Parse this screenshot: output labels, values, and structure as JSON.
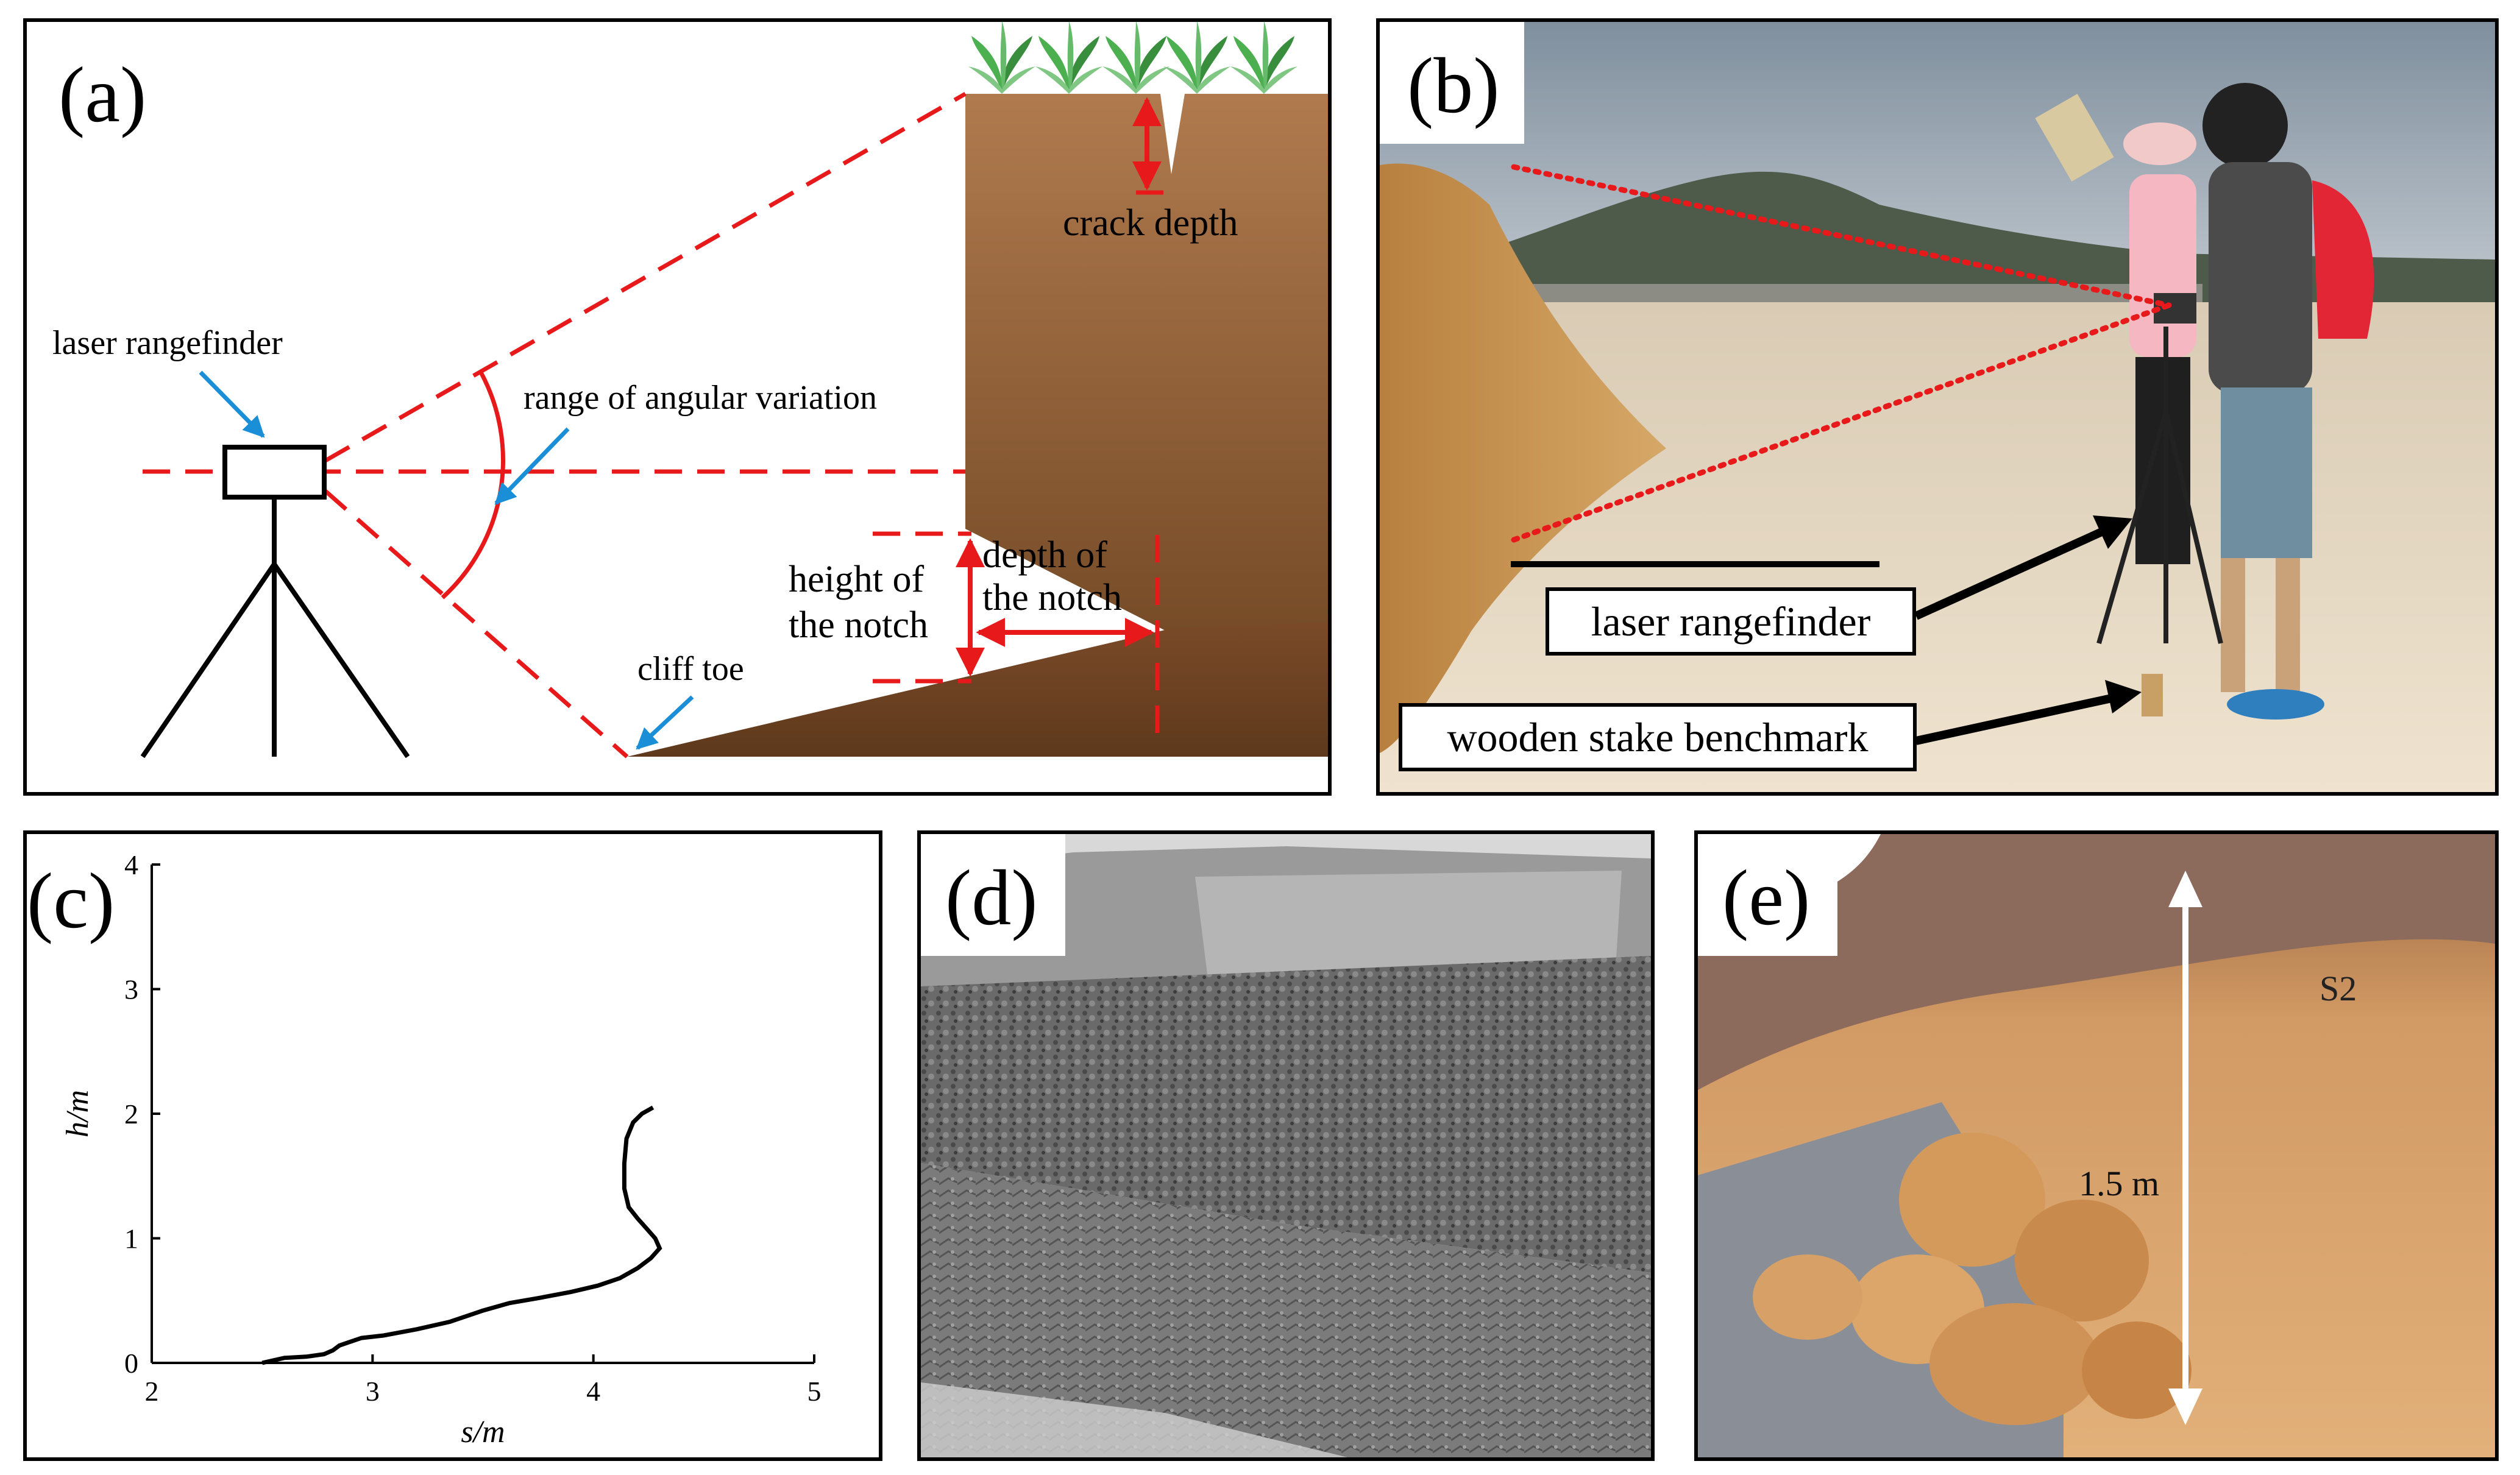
{
  "panels": {
    "a": {
      "label": "(a)",
      "labels": {
        "laser_rangefinder": "laser rangefinder",
        "range_of_angular_variation": "range of angular variation",
        "crack_depth": "crack depth",
        "height_of_the_notch_1": "height of",
        "height_of_the_notch_2": "the notch",
        "depth_of_the_notch_1": "depth of",
        "depth_of_the_notch_2": "the notch",
        "cliff_toe": "cliff toe"
      }
    },
    "b": {
      "label": "(b)",
      "callouts": {
        "laser_rangefinder": "laser rangefinder",
        "wooden_stake_benchmark": "wooden stake benchmark"
      }
    },
    "c": {
      "label": "(c)"
    },
    "d": {
      "label": "(d)"
    },
    "e": {
      "label": "(e)",
      "s2_label": "S2",
      "height_label": "1.5 m"
    }
  },
  "colors": {
    "red_dashed": "#e8191a",
    "arrow_blue": "#1a8ed6",
    "soil_top": "#b07a4e",
    "soil_bottom": "#6b4323",
    "toe_dark": "#6b4022"
  },
  "chart_data": {
    "type": "line",
    "title": "",
    "xlabel": "s/m",
    "ylabel": "h/m",
    "xlim": [
      2,
      5
    ],
    "ylim": [
      0,
      4
    ],
    "xticks": [
      2,
      3,
      4,
      5
    ],
    "yticks": [
      0,
      1,
      2,
      3,
      4
    ],
    "grid": false,
    "legend": "none",
    "series": [
      {
        "x": [
          2.5,
          2.55,
          2.6,
          2.7,
          2.78,
          2.82,
          2.85,
          2.9,
          2.95,
          3.05,
          3.2,
          3.35,
          3.5,
          3.62,
          3.75,
          3.9,
          4.02,
          4.12,
          4.2,
          4.26,
          4.3,
          4.28,
          4.24,
          4.2,
          4.16,
          4.14,
          4.14,
          4.15,
          4.18,
          4.22,
          4.27
        ],
        "y": [
          0.0,
          0.02,
          0.04,
          0.05,
          0.07,
          0.1,
          0.14,
          0.17,
          0.2,
          0.22,
          0.27,
          0.33,
          0.42,
          0.48,
          0.52,
          0.57,
          0.62,
          0.68,
          0.76,
          0.84,
          0.92,
          1.0,
          1.08,
          1.16,
          1.25,
          1.4,
          1.6,
          1.8,
          1.93,
          2.0,
          2.05
        ]
      }
    ]
  }
}
